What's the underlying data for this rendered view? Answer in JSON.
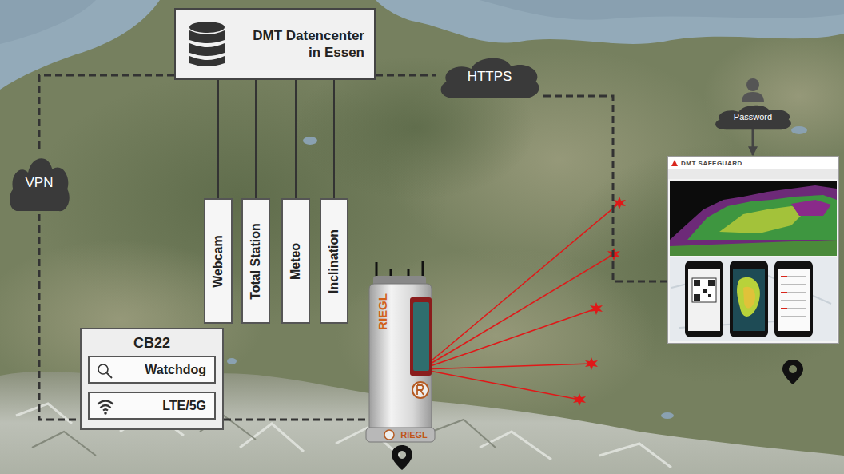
{
  "diagram": {
    "nodes": [
      {
        "text": [
          "DMT Datencenter in Essen"
        ]
      },
      {
        "text": [
          "HTTPS"
        ]
      },
      {
        "text": [
          "Password"
        ]
      },
      {
        "text": [
          "VPN"
        ]
      },
      {
        "text": [
          "Webcam"
        ]
      },
      {
        "text": [
          "Total Station"
        ]
      },
      {
        "text": [
          "Meteo"
        ]
      },
      {
        "text": [
          "Inclination"
        ]
      },
      {
        "text": [
          "DMT SAFEGUARD"
        ]
      },
      {
        "text": [
          "CB22"
        ]
      },
      {
        "text": [
          "Watchdog"
        ],
        "in": 9
      },
      {
        "text": [
          "LTE/5G"
        ],
        "in": 9
      }
    ],
    "edges": [
      {
        "from": 0,
        "to": 1,
        "arrow": "none"
      },
      {
        "from": 1,
        "to": 8,
        "arrow": "none"
      },
      {
        "from": 0,
        "to": 3,
        "arrow": "none"
      },
      {
        "from": 3,
        "to": 9,
        "arrow": "none"
      },
      {
        "from": 0,
        "to": 4,
        "arrow": "none"
      },
      {
        "from": 0,
        "to": 5,
        "arrow": "none"
      },
      {
        "from": 0,
        "to": 6,
        "arrow": "none"
      },
      {
        "from": 0,
        "to": 7,
        "arrow": "none"
      },
      {
        "from": 2,
        "to": 8,
        "arrow": "to"
      }
    ],
    "labels": [
      "RIEGL",
      "RIEGL"
    ]
  }
}
